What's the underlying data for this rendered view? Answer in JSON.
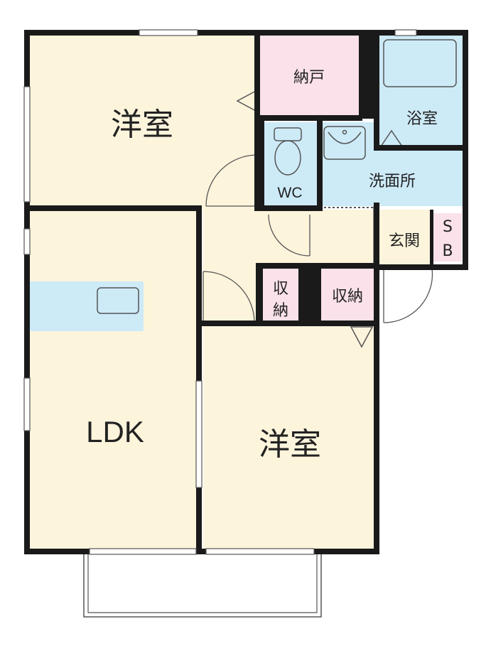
{
  "rooms": {
    "western_room_top": "洋室",
    "storage_top": "納戸",
    "bath": "浴室",
    "toilet": "WC",
    "washroom": "洗面所",
    "entrance": "玄関",
    "shoe_box_line1": "S",
    "shoe_box_line2": "B",
    "closet_left_line1": "収",
    "closet_left_line2": "納",
    "closet_right": "収納",
    "ldk": "LDK",
    "western_room_bottom": "洋室"
  },
  "colors": {
    "room_cream": "#fdf4dc",
    "storage_pink": "#fae1ea",
    "water_blue": "#cdeaf7",
    "wall": "#1a1a1a",
    "window": "#ffffff"
  }
}
